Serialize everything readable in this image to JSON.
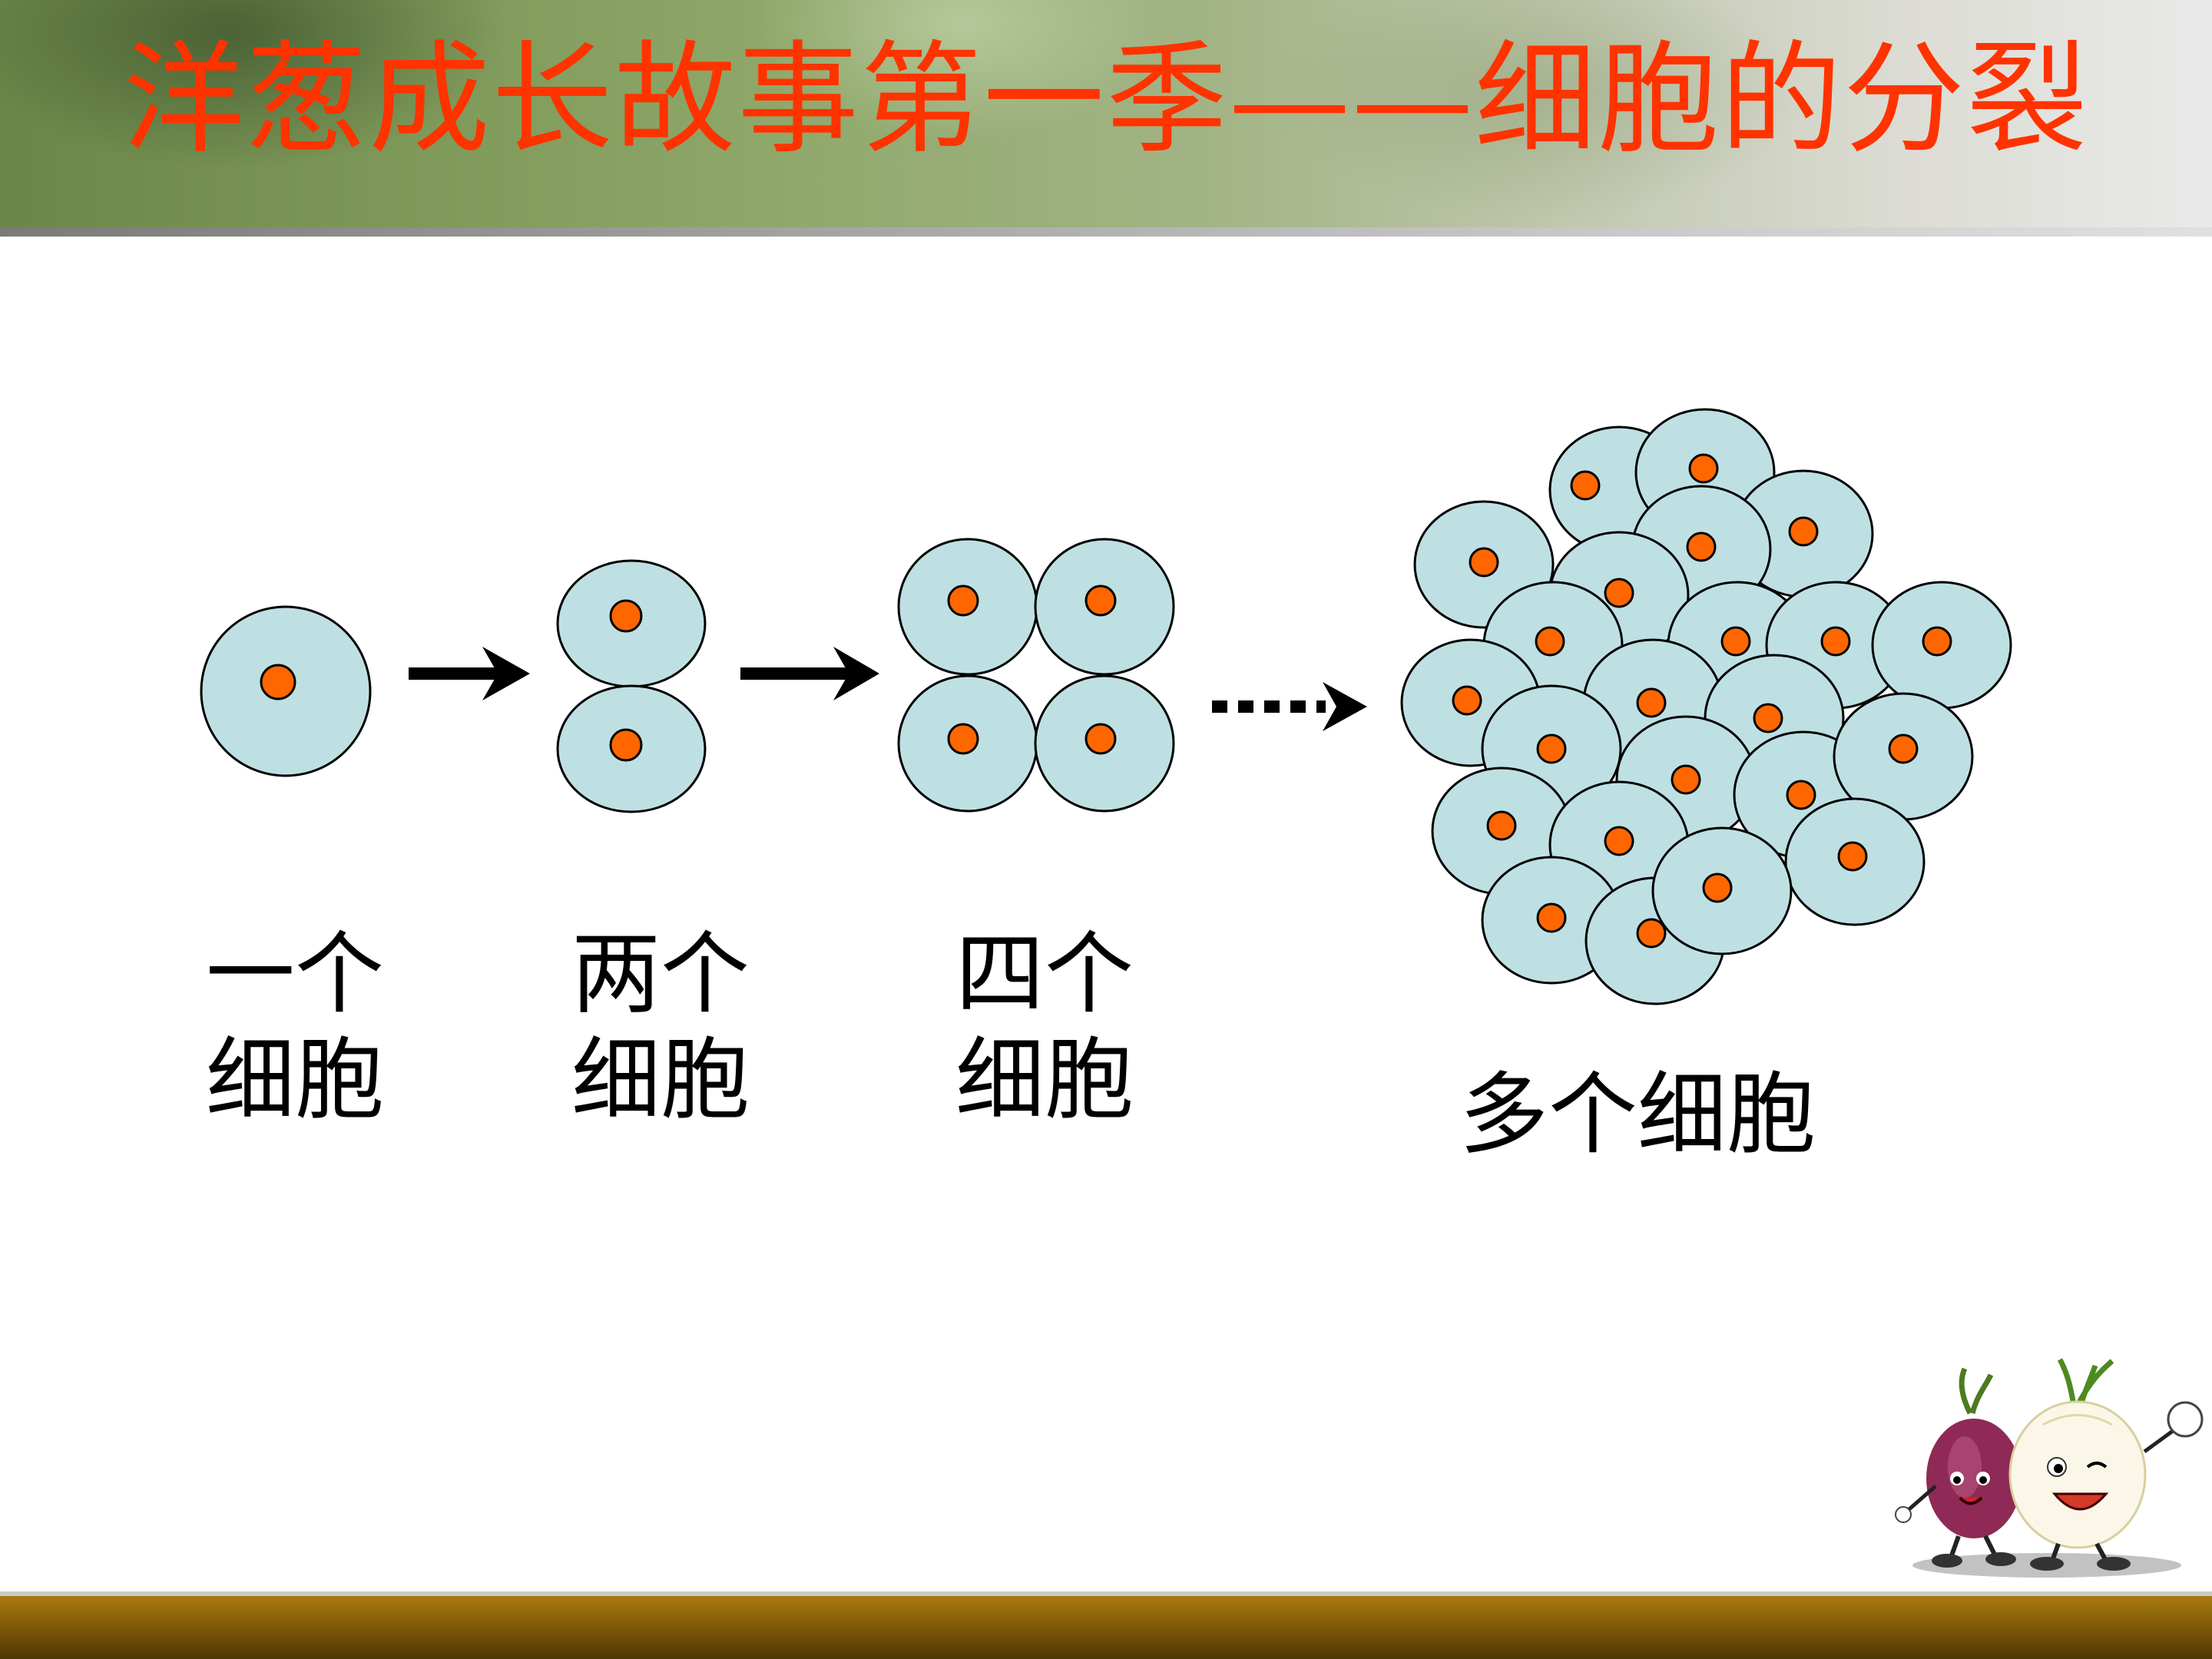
{
  "title": "洋葱成长故事第一季——细胞的分裂",
  "stages": [
    {
      "line1": "一个",
      "line2": "细胞"
    },
    {
      "line1": "两个",
      "line2": "细胞"
    },
    {
      "line1": "四个",
      "line2": "细胞"
    },
    {
      "line1": "多个细胞"
    }
  ],
  "colors": {
    "title": "#ff3300",
    "cell_fill": "#bfe0e3",
    "nucleus_fill": "#ff6600",
    "outline": "#000000",
    "footer_bar": "#8b6508"
  },
  "mascots": [
    "red-onion",
    "white-onion"
  ]
}
